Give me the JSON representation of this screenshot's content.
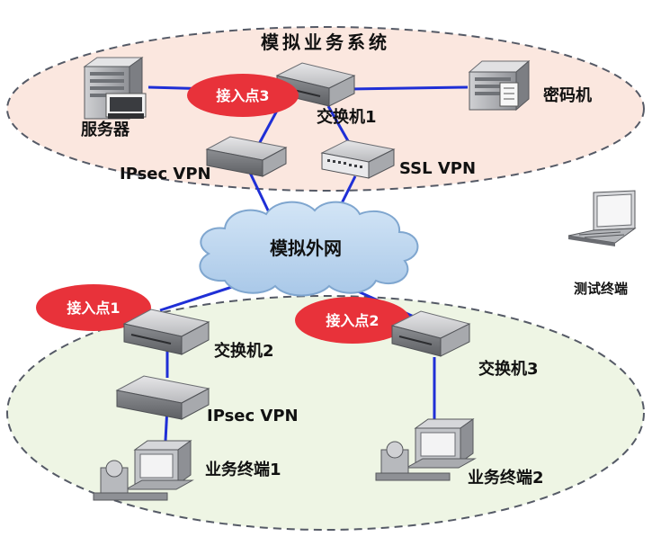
{
  "zones": {
    "top_title": "模拟业务系统",
    "cloud_label": "模拟外网"
  },
  "devices": {
    "server": "服务器",
    "cipher": "密码机",
    "switch1": "交换机1",
    "ipsec_top": "IPsec VPN",
    "ssl_vpn": "SSL VPN",
    "switch2": "交换机2",
    "ipsec_bottom": "IPsec VPN",
    "switch3": "交换机3",
    "terminal1": "业务终端1",
    "terminal2": "业务终端2",
    "test_terminal": "测试终端"
  },
  "access_points": {
    "ap3": "接入点3",
    "ap1": "接入点1",
    "ap2": "接入点2"
  },
  "colors": {
    "top_zone_fill": "#fbe7df",
    "bottom_zone_fill": "#eef5e4",
    "zone_border": "#555a66",
    "link_line": "#1f2fd6",
    "badge_fill": "#e8323a",
    "cloud_fill": "#bcd6ee",
    "cloud_stroke": "#7fa6cf"
  }
}
